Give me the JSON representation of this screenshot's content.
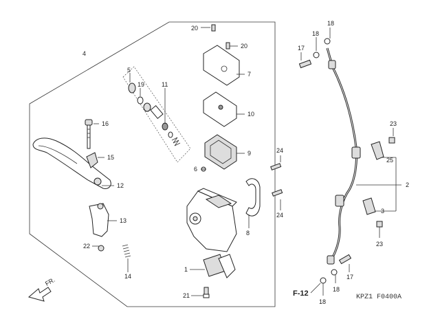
{
  "diagram": {
    "labels": {
      "l4": "4",
      "l20a": "20",
      "l20b": "20",
      "l7": "7",
      "l10": "10",
      "l9": "9",
      "l6": "6",
      "l5": "5",
      "l19": "19",
      "l11": "11",
      "l16": "16",
      "l15": "15",
      "l12": "12",
      "l13": "13",
      "l22": "22",
      "l14": "14",
      "l1": "1",
      "l21": "21",
      "l8": "8",
      "l24a": "24",
      "l24b": "24",
      "l18a": "18",
      "l18b": "18",
      "l17a": "17",
      "l23a": "23",
      "l25": "25",
      "l2": "2",
      "l3": "3",
      "l23b": "23",
      "l17b": "17",
      "l18c": "18",
      "l18d": "18"
    },
    "front_marker": "FR.",
    "section_ref": "F-12",
    "figure_code": "KPZ1 F0400A"
  }
}
